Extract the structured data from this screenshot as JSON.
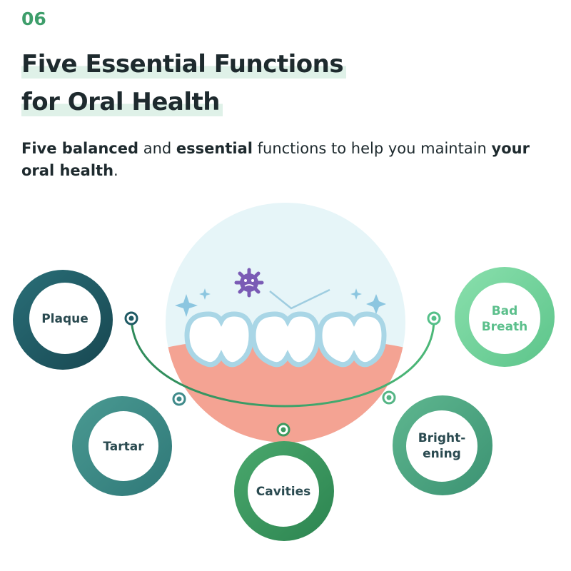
{
  "header": {
    "number": "06",
    "title_line1": "Five Essential Functions",
    "title_line2": "for Oral Health"
  },
  "subtitle": {
    "part1": "Five balanced",
    "part2": " and ",
    "part3": "essential",
    "part4": " functions to help you maintain ",
    "part5": "your oral health",
    "part6": "."
  },
  "functions": [
    {
      "id": "plaque",
      "label_lines": [
        "Plaque"
      ]
    },
    {
      "id": "tartar",
      "label_lines": [
        "Tartar"
      ]
    },
    {
      "id": "cavities",
      "label_lines": [
        "Cavities"
      ]
    },
    {
      "id": "brightening",
      "label_lines": [
        "Bright-",
        "ening"
      ]
    },
    {
      "id": "bad-breath",
      "label_lines": [
        "Bad",
        "Breath"
      ]
    }
  ],
  "colors": {
    "accent_green": "#3e9e6b",
    "dark_teal": "#1f5a64",
    "teal": "#3f8a8a",
    "green": "#3c9a5f",
    "light_green": "#6fd09a",
    "gum": "#f4a89a",
    "germ": "#7a5bb5"
  },
  "icons": [
    "germ-icon",
    "sparkle-icon",
    "tooth-icon"
  ]
}
